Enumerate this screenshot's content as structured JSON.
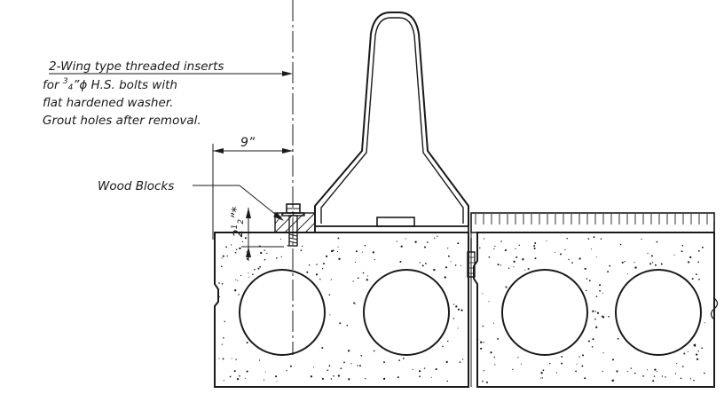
{
  "note": {
    "line1": "2-Wing type threaded inserts",
    "line2_prefix": "for ",
    "line2_num": "3",
    "line2_den": "4",
    "line2_suffix": "”ϕ H.S. bolts with",
    "line3": "flat hardened washer.",
    "line4": "Grout holes after removal."
  },
  "labels": {
    "wood_blocks": "Wood Blocks",
    "spacing": "9”",
    "height_whole": "2",
    "height_num": "1",
    "height_den": "2",
    "height_mark": "”*"
  },
  "colors": {
    "ink": "#1a1a1a",
    "paper": "#ffffff"
  }
}
